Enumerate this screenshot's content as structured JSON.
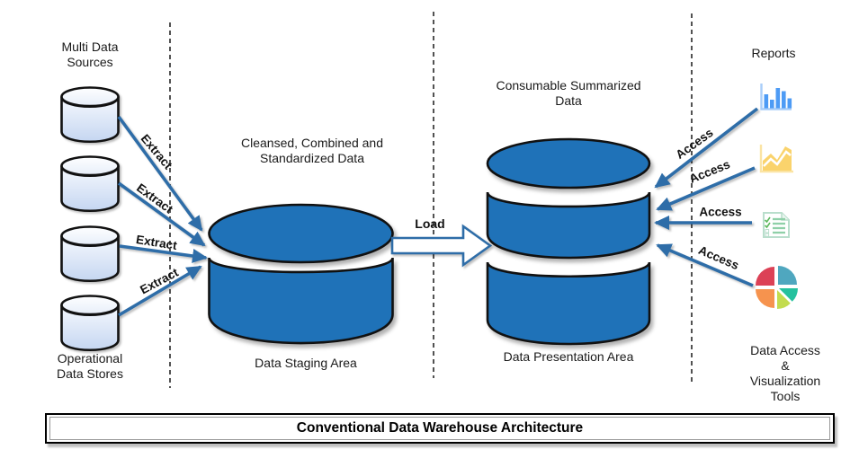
{
  "title": "Conventional Data Warehouse Architecture",
  "colors": {
    "cylinder_blue": "#1F72B8",
    "cylinder_outline": "#111111",
    "arrow_blue": "#2E6DA8",
    "source_cyl_top": "#F6F9FE",
    "source_cyl_bottom": "#C5D6F1",
    "source_cyl_lid_top": "#FDFEFF",
    "source_cyl_lid_bottom": "#E7EEF9",
    "separator": "#404040",
    "text": "#1A1A1A",
    "bar_icon_blue": "#4D9BF5",
    "bar_icon_axis": "#A9CEF9",
    "area_icon_yellow": "#FAD36C",
    "area_icon_axis": "#FBE4A4",
    "doc_icon_green": "#B9DECC",
    "doc_icon_lines": "#8FD0A8",
    "doc_icon_check": "#5CB85C",
    "pie_red": "#DC4156",
    "pie_teal_blue": "#4FA7BF",
    "pie_orange": "#F6934E",
    "pie_lime": "#C3DC4E",
    "pie_teal": "#25C19E"
  },
  "sections": {
    "sources": {
      "top_label": "Multi Data\nSources",
      "bottom_label": "Operational\nData Stores",
      "cylinder_count": 4
    },
    "staging": {
      "top_label": "Cleansed, Combined and\nStandardized Data",
      "bottom_label": "Data Staging Area"
    },
    "presentation": {
      "top_label": "Consumable Summarized\nData",
      "bottom_label": "Data Presentation Area"
    },
    "tools": {
      "top_label": "Reports",
      "bottom_label": "Data Access &\nVisualization Tools",
      "icons": [
        "bar-chart",
        "area-chart",
        "report-document",
        "pie-chart"
      ]
    }
  },
  "arrows": {
    "extract": [
      "Extract",
      "Extract",
      "Extract",
      "Extract"
    ],
    "load": "Load",
    "access": [
      "Access",
      "Access",
      "Access",
      "Access"
    ]
  }
}
